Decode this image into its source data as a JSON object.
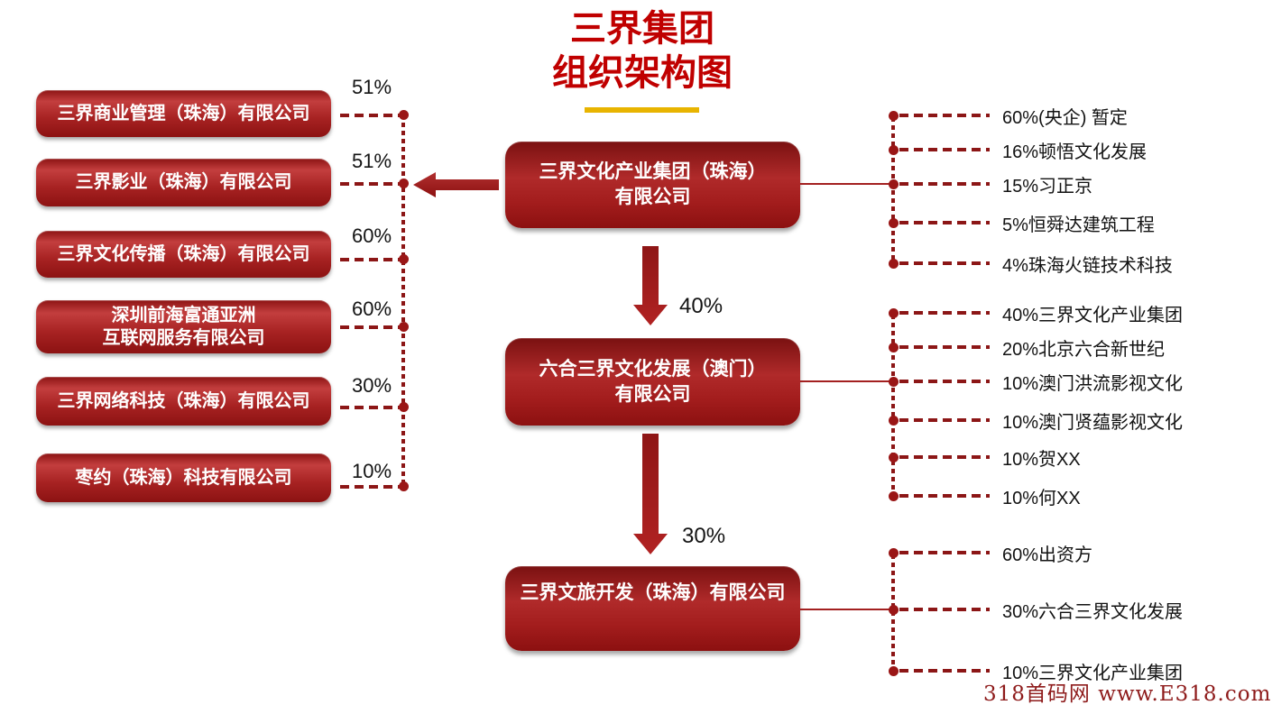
{
  "title": {
    "line1": "三界集团",
    "line2": "组织架构图"
  },
  "left_companies": [
    {
      "l1": "三界商业管理（珠海）有限公司",
      "pct": "51%"
    },
    {
      "l1": "三界影业（珠海）有限公司",
      "pct": "51%"
    },
    {
      "l1": "三界文化传播（珠海）有限公司",
      "pct": "60%"
    },
    {
      "l1": "深圳前海富通亚洲",
      "l2": "互联网服务有限公司",
      "pct": "60%"
    },
    {
      "l1": "三界网络科技（珠海）有限公司",
      "pct": "30%"
    },
    {
      "l1": "枣约（珠海）科技有限公司",
      "pct": "10%"
    }
  ],
  "center_companies": [
    {
      "l1": "三界文化产业集团（珠海）",
      "l2": "有限公司"
    },
    {
      "l1": "六合三界文化发展（澳门）",
      "l2": "有限公司"
    },
    {
      "l1": "三界文旅开发（珠海）有限公司"
    }
  ],
  "flow_labels": [
    "40%",
    "30%"
  ],
  "shareholders": {
    "top": [
      "60%(央企) 暂定",
      "16%顿悟文化发展",
      "15%习正京",
      "5%恒舜达建筑工程",
      "4%珠海火链技术科技"
    ],
    "middle": [
      "40%三界文化产业集团",
      "20%北京六合新世纪",
      "10%澳门洪流影视文化",
      "10%澳门贤蕴影视文化",
      "10%贺XX",
      "10%何XX"
    ],
    "bottom": [
      "60%出资方",
      "30%六合三界文化发展",
      "10%三界文化产业集团"
    ]
  },
  "watermark": "318首码网 www.E318.com",
  "colors": {
    "box_red_dark": "#8c1212",
    "box_red_light": "#c33e3e",
    "title_red": "#c00000",
    "line_red": "#8c1616",
    "underline_yellow": "#e8b400",
    "label_black": "#141414",
    "watermark_red": "#8e1b1b"
  }
}
